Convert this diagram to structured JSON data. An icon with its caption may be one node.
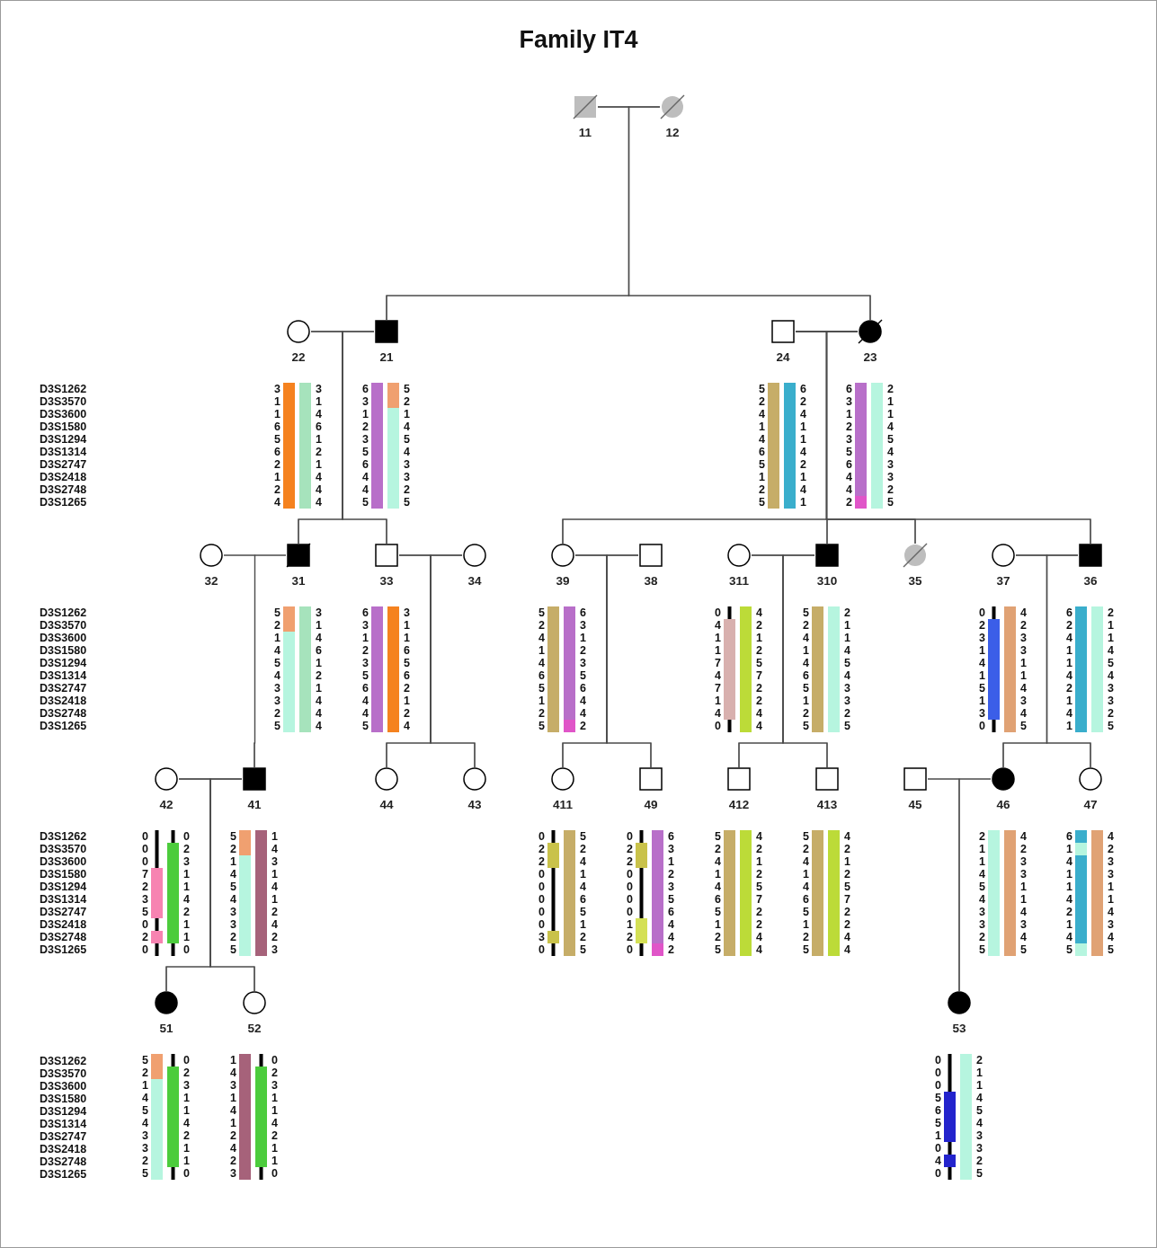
{
  "diagram": {
    "title": "Family IT4",
    "nodes": [
      {
        "text": [
          "11"
        ]
      },
      {
        "text": [
          "12"
        ]
      },
      {
        "text": [
          "22"
        ],
        "beside": [
          "3 1 1 6 5 6 2 1 2 4",
          "3 1 4 6 1 2 1 4 4 4"
        ]
      },
      {
        "text": [
          "21"
        ],
        "beside": [
          "6 3 1 2 3 5 6 4 4 5",
          "5 2 1 4 5 4 3 3 2 5"
        ]
      },
      {
        "text": [
          "24"
        ],
        "beside": [
          "5 2 4 1 4 6 5 1 2 5",
          "6 2 4 1 1 4 2 1 4 1"
        ]
      },
      {
        "text": [
          "23"
        ],
        "beside": [
          "6 3 1 2 3 5 6 4 4 2",
          "2 1 1 4 5 4 3 3 2 5"
        ]
      },
      {
        "text": [
          "32"
        ]
      },
      {
        "text": [
          "31"
        ],
        "beside": [
          "5 2 1 4 5 4 3 3 2 5",
          "3 1 4 6 1 2 1 4 4 4"
        ]
      },
      {
        "text": [
          "33"
        ],
        "beside": [
          "6 3 1 2 3 5 6 4 4 5",
          "3 1 1 6 5 6 2 1 2 4"
        ]
      },
      {
        "text": [
          "34"
        ]
      },
      {
        "text": [
          "39"
        ],
        "beside": [
          "5 2 4 1 4 6 5 1 2 5",
          "6 3 1 2 3 5 6 4 4 2"
        ]
      },
      {
        "text": [
          "38"
        ]
      },
      {
        "text": [
          "311"
        ],
        "beside": [
          "0 4 1 1 7 4 7 1 4 0",
          "4 2 1 2 5 7 2 2 4 4"
        ]
      },
      {
        "text": [
          "310"
        ],
        "beside": [
          "5 2 4 1 4 6 5 1 2 5",
          "2 1 1 4 5 4 3 3 2 5"
        ]
      },
      {
        "text": [
          "35"
        ]
      },
      {
        "text": [
          "37"
        ],
        "beside": [
          "0 2 3 1 4 1 5 1 3 0",
          "4 2 3 3 1 1 4 3 4 5"
        ]
      },
      {
        "text": [
          "36"
        ],
        "beside": [
          "6 2 4 1 1 4 2 1 4 1",
          "2 1 1 4 5 4 3 3 2 5"
        ]
      },
      {
        "text": [
          "42"
        ],
        "beside": [
          "0 0 0 7 2 3 5 0 2 0",
          "0 2 3 1 1 4 2 1 1 0"
        ]
      },
      {
        "text": [
          "41"
        ],
        "beside": [
          "5 2 1 4 5 4 3 3 2 5",
          "1 4 3 1 4 1 2 4 2 3"
        ]
      },
      {
        "text": [
          "44"
        ]
      },
      {
        "text": [
          "43"
        ]
      },
      {
        "text": [
          "411"
        ],
        "beside": [
          "0 2 2 0 0 0 0 0 3 0",
          "5 2 4 1 4 6 5 1 2 5"
        ]
      },
      {
        "text": [
          "49"
        ],
        "beside": [
          "0 2 2 0 0 0 0 1 2 0",
          "6 3 1 2 3 5 6 4 4 2"
        ]
      },
      {
        "text": [
          "412"
        ],
        "beside": [
          "5 2 4 1 4 6 5 1 2 5",
          "4 2 1 2 5 7 2 2 4 4"
        ]
      },
      {
        "text": [
          "413"
        ],
        "beside": [
          "5 2 4 1 4 6 5 1 2 5",
          "4 2 1 2 5 7 2 2 4 4"
        ]
      },
      {
        "text": [
          "45"
        ]
      },
      {
        "text": [
          "46"
        ],
        "beside": [
          "2 1 1 4 5 4 3 3 2 5",
          "4 2 3 3 1 1 4 3 4 5"
        ]
      },
      {
        "text": [
          "47"
        ],
        "beside": [
          "6 1 4 1 1 4 2 1 4 5",
          "4 2 3 3 1 1 4 3 4 5"
        ]
      },
      {
        "text": [
          "51"
        ],
        "beside": [
          "5 2 1 4 5 4 3 3 2 5",
          "0 2 3 1 1 4 2 1 1 0"
        ]
      },
      {
        "text": [
          "52"
        ],
        "beside": [
          "1 4 3 1 4 1 2 4 2 3",
          "0 2 3 1 1 4 2 1 1 0"
        ]
      },
      {
        "text": [
          "53"
        ],
        "beside": [
          "0 0 0 5 6 5 1 0 4 0",
          "2 1 1 4 5 4 3 3 2 5"
        ]
      }
    ],
    "edges": [
      {
        "from": 0,
        "to": 1,
        "arrow": "none"
      },
      {
        "from": 0,
        "to": 3,
        "arrow": "none"
      },
      {
        "from": 1,
        "to": 3,
        "arrow": "none"
      },
      {
        "from": 0,
        "to": 5,
        "arrow": "none"
      },
      {
        "from": 1,
        "to": 5,
        "arrow": "none"
      },
      {
        "from": 2,
        "to": 3,
        "arrow": "none"
      },
      {
        "from": 2,
        "to": 7,
        "arrow": "none"
      },
      {
        "from": 3,
        "to": 7,
        "arrow": "none"
      },
      {
        "from": 2,
        "to": 8,
        "arrow": "none"
      },
      {
        "from": 3,
        "to": 8,
        "arrow": "none"
      },
      {
        "from": 4,
        "to": 5,
        "arrow": "none"
      },
      {
        "from": 4,
        "to": 10,
        "arrow": "none"
      },
      {
        "from": 5,
        "to": 10,
        "arrow": "none"
      },
      {
        "from": 4,
        "to": 13,
        "arrow": "none"
      },
      {
        "from": 5,
        "to": 13,
        "arrow": "none"
      },
      {
        "from": 4,
        "to": 14,
        "arrow": "none"
      },
      {
        "from": 5,
        "to": 14,
        "arrow": "none"
      },
      {
        "from": 4,
        "to": 16,
        "arrow": "none"
      },
      {
        "from": 5,
        "to": 16,
        "arrow": "none"
      },
      {
        "from": 6,
        "to": 7,
        "arrow": "none"
      },
      {
        "from": 6,
        "to": 18,
        "arrow": "none"
      },
      {
        "from": 7,
        "to": 18,
        "arrow": "none"
      },
      {
        "from": 8,
        "to": 9,
        "arrow": "none"
      },
      {
        "from": 8,
        "to": 19,
        "arrow": "none"
      },
      {
        "from": 9,
        "to": 19,
        "arrow": "none"
      },
      {
        "from": 8,
        "to": 20,
        "arrow": "none"
      },
      {
        "from": 9,
        "to": 20,
        "arrow": "none"
      },
      {
        "from": 10,
        "to": 11,
        "arrow": "none"
      },
      {
        "from": 10,
        "to": 21,
        "arrow": "none"
      },
      {
        "from": 11,
        "to": 21,
        "arrow": "none"
      },
      {
        "from": 10,
        "to": 22,
        "arrow": "none"
      },
      {
        "from": 11,
        "to": 22,
        "arrow": "none"
      },
      {
        "from": 12,
        "to": 13,
        "arrow": "none"
      },
      {
        "from": 12,
        "to": 23,
        "arrow": "none"
      },
      {
        "from": 13,
        "to": 23,
        "arrow": "none"
      },
      {
        "from": 12,
        "to": 24,
        "arrow": "none"
      },
      {
        "from": 13,
        "to": 24,
        "arrow": "none"
      },
      {
        "from": 15,
        "to": 16,
        "arrow": "none"
      },
      {
        "from": 15,
        "to": 26,
        "arrow": "none"
      },
      {
        "from": 16,
        "to": 26,
        "arrow": "none"
      },
      {
        "from": 15,
        "to": 27,
        "arrow": "none"
      },
      {
        "from": 16,
        "to": 27,
        "arrow": "none"
      },
      {
        "from": 17,
        "to": 18,
        "arrow": "none"
      },
      {
        "from": 17,
        "to": 28,
        "arrow": "none"
      },
      {
        "from": 18,
        "to": 28,
        "arrow": "none"
      },
      {
        "from": 17,
        "to": 29,
        "arrow": "none"
      },
      {
        "from": 18,
        "to": 29,
        "arrow": "none"
      },
      {
        "from": 25,
        "to": 26,
        "arrow": "none"
      },
      {
        "from": 25,
        "to": 30,
        "arrow": "none"
      },
      {
        "from": 26,
        "to": 30,
        "arrow": "none"
      }
    ],
    "labels": [
      "D3S1262",
      "D3S3570",
      "D3S3600",
      "D3S1580",
      "D3S1294",
      "D3S1314",
      "D3S2747",
      "D3S2418",
      "D3S2748",
      "D3S1265",
      "D3S1262",
      "D3S3570",
      "D3S3600",
      "D3S1580",
      "D3S1294",
      "D3S1314",
      "D3S2747",
      "D3S2418",
      "D3S2748",
      "D3S1265",
      "D3S1262",
      "D3S3570",
      "D3S3600",
      "D3S1580",
      "D3S1294",
      "D3S1314",
      "D3S2747",
      "D3S2418",
      "D3S2748",
      "D3S1265",
      "D3S1262",
      "D3S3570",
      "D3S3600",
      "D3S1580",
      "D3S1294",
      "D3S1314",
      "D3S2747",
      "D3S2418",
      "D3S2748",
      "D3S1265"
    ]
  }
}
